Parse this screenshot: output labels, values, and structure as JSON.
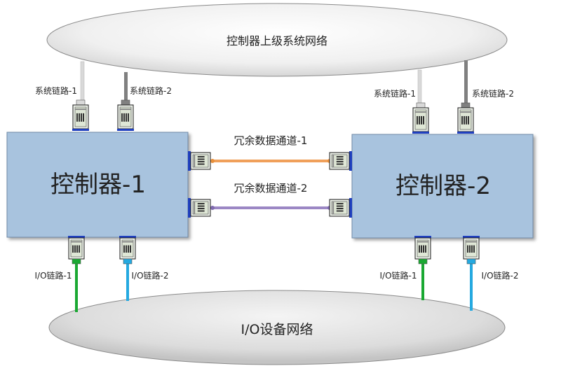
{
  "networks": {
    "upper": "控制器上级系统网络",
    "io": "I/O设备网络"
  },
  "controllers": [
    {
      "name": "控制器-1"
    },
    {
      "name": "控制器-2"
    }
  ],
  "redundant_channels": [
    {
      "label": "冗余数据通道-1",
      "color": "#f0a05a"
    },
    {
      "label": "冗余数据通道-2",
      "color": "#9b87c4"
    }
  ],
  "system_links": [
    {
      "label": "系统链路-1",
      "color": "#d9d9d9"
    },
    {
      "label": "系统链路-2",
      "color": "#808080"
    },
    {
      "label": "系统链路-1",
      "color": "#d9d9d9"
    },
    {
      "label": "系统链路-2",
      "color": "#808080"
    }
  ],
  "io_links": [
    {
      "label": "I/O链路-1",
      "color": "#1aa832"
    },
    {
      "label": "I/O链路-2",
      "color": "#25a9e0"
    },
    {
      "label": "I/O链路-1",
      "color": "#1aa832"
    },
    {
      "label": "I/O链路-2",
      "color": "#25a9e0"
    }
  ],
  "colors": {
    "controller_fill": "#a8c3de",
    "controller_stroke": "#6f8aa6",
    "port_border": "#1f3fbf",
    "network_fill": "#e6e6e6"
  }
}
